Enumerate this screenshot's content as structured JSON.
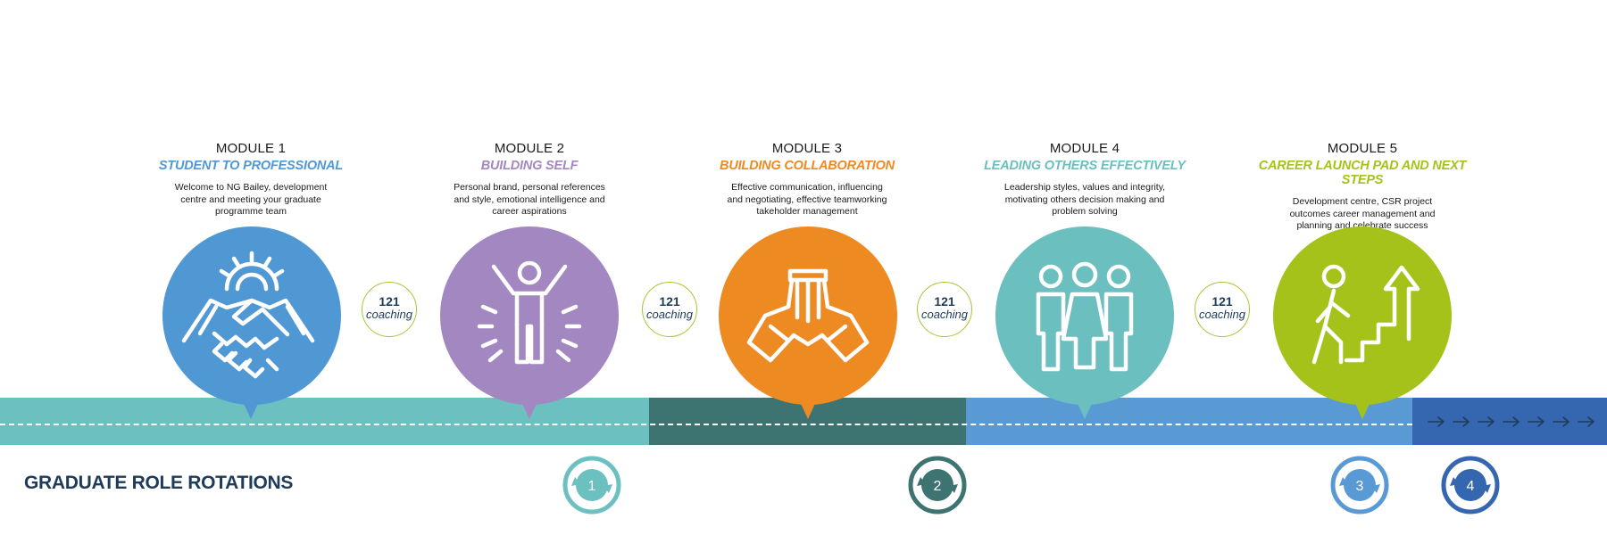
{
  "colors": {
    "module1": "#5098d4",
    "module2": "#a287c0",
    "module3": "#ee8a22",
    "module4": "#6bbfbf",
    "module5": "#a5c21b",
    "road_teal": "#6dc0c0",
    "road_dark": "#3d7371",
    "road_blue": "#5a9ad4",
    "road_navy": "#3566b0",
    "coaching_border": "#a8c435",
    "heading_navy": "#1f3b5a"
  },
  "modules": [
    {
      "number": "MODULE 1",
      "title": "STUDENT TO PROFESSIONAL",
      "description": "Welcome to NG Bailey, development centre and meeting your graduate programme team",
      "icon": "handshake-gear-icon"
    },
    {
      "number": "MODULE 2",
      "title": "BUILDING SELF",
      "description": "Personal brand, personal references and style, emotional intelligence and career aspirations",
      "icon": "person-celebrating-icon"
    },
    {
      "number": "MODULE 3",
      "title": "BUILDING COLLABORATION",
      "description": "Effective communication, influencing and negotiating, effective teamworking takeholder management",
      "icon": "stacked-hands-icon"
    },
    {
      "number": "MODULE 4",
      "title": "LEADING OTHERS EFFECTIVELY",
      "description": "Leadership styles, values and integrity, motivating others decision making and problem solving",
      "icon": "group-of-people-icon"
    },
    {
      "number": "MODULE 5",
      "title": "CAREER LAUNCH PAD AND NEXT STEPS",
      "description": "Development centre, CSR project outcomes career management and planning and celebrate success",
      "icon": "walking-up-stairs-icon"
    }
  ],
  "coaching": [
    {
      "number": "121",
      "word": "coaching"
    },
    {
      "number": "121",
      "word": "coaching"
    },
    {
      "number": "121",
      "word": "coaching"
    },
    {
      "number": "121",
      "word": "coaching"
    }
  ],
  "rotations": {
    "label": "GRADUATE ROLE ROTATIONS",
    "items": [
      {
        "number": "1",
        "color": "#6dc0c0"
      },
      {
        "number": "2",
        "color": "#3d7371"
      },
      {
        "number": "3",
        "color": "#5a9ad4"
      },
      {
        "number": "4",
        "color": "#3566b0"
      }
    ]
  }
}
